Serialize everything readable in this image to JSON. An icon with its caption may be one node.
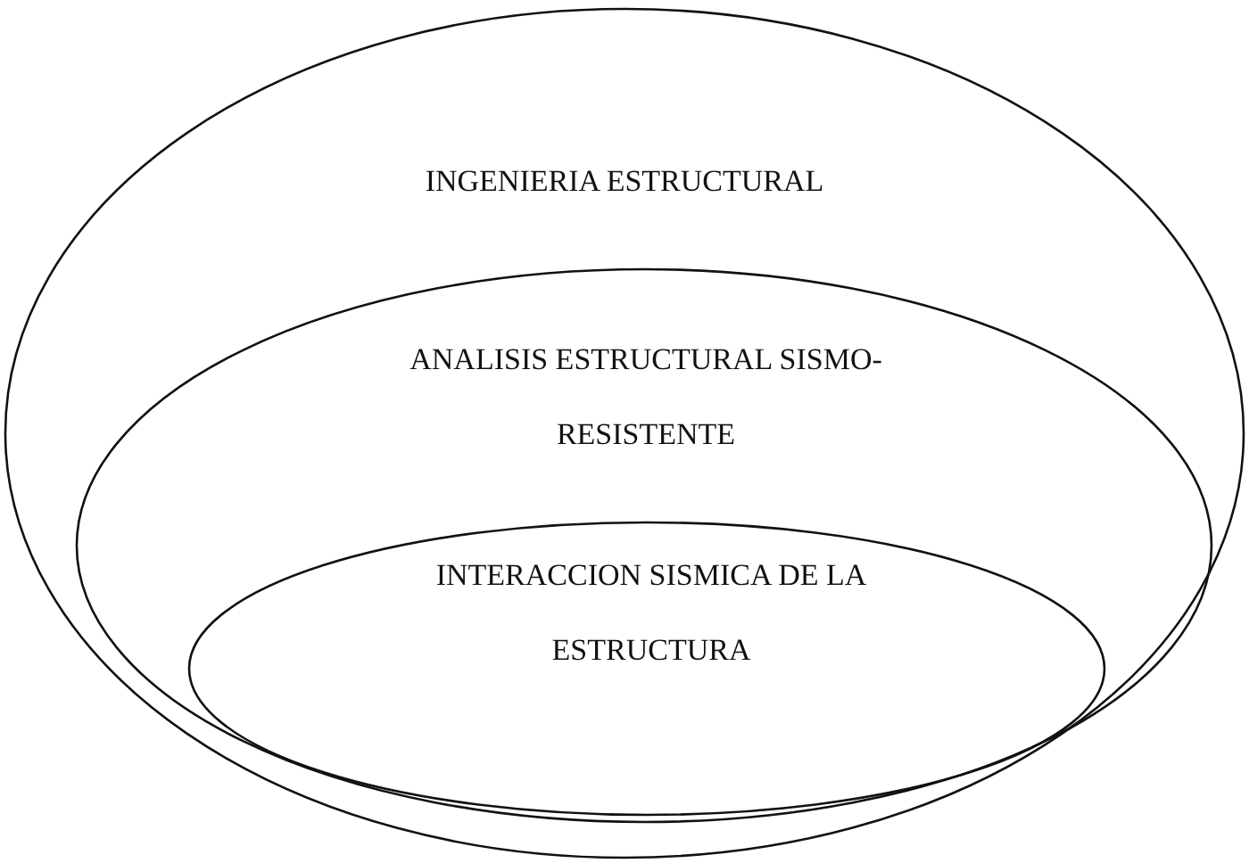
{
  "diagram": {
    "nodes": [
      {
        "text": [
          "INGENIERIA ESTRUCTURAL"
        ]
      },
      {
        "text": [
          "ANALISIS ESTRUCTURAL SISMO-RESISTENTE"
        ],
        "in": 0
      },
      {
        "text": [
          "INTERACCION SISMICA DE LA ESTRUCTURA"
        ],
        "in": 1
      }
    ],
    "edges": []
  }
}
